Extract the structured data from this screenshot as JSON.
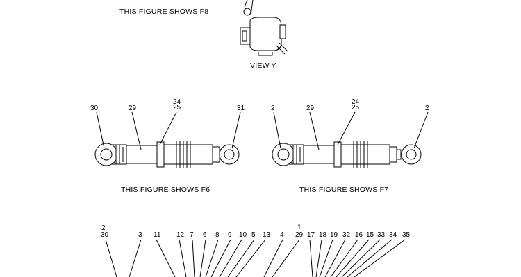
{
  "captions": {
    "f8": "THIS FIGURE SHOWS  F8",
    "view": "VIEW   Y",
    "f6": "THIS FIGURE SHOWS  F6",
    "f7": "THIS FIGURE SHOWS  F7"
  },
  "callouts_f6": {
    "c30": "30",
    "c29": "29",
    "c24": "24",
    "c25": "25",
    "c31": "31"
  },
  "callouts_f7": {
    "c2a": "2",
    "c29": "29",
    "c24": "24",
    "c25": "25",
    "c2b": "2"
  },
  "bottom_callouts": {
    "top_left_a": "2",
    "top_left_b": "30",
    "top_mid_a": "1",
    "top_mid_b": "29",
    "row": [
      "3",
      "11",
      "12",
      "7",
      "6",
      "8",
      "9",
      "10",
      "5",
      "13",
      "4",
      "17",
      "18",
      "19",
      "32",
      "16",
      "15",
      "33",
      "34",
      "35"
    ]
  }
}
